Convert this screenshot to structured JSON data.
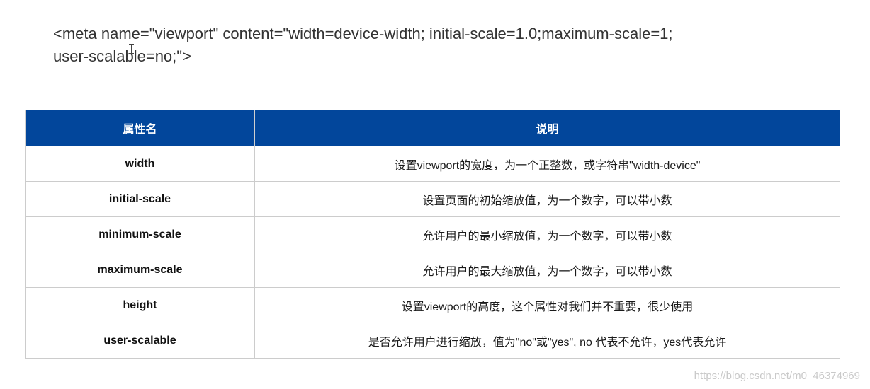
{
  "code": {
    "line1": "<meta name=\"viewport\" content=\"width=device-width; initial-scale=1.0;maximum-scale=1;",
    "line2": "user-scalable=no;\">"
  },
  "table": {
    "headers": [
      "属性名",
      "说明"
    ],
    "rows": [
      {
        "name": "width",
        "desc": "设置viewport的宽度，为一个正整数，或字符串\"width-device\""
      },
      {
        "name": "initial-scale",
        "desc": "设置页面的初始缩放值，为一个数字，可以带小数"
      },
      {
        "name": "minimum-scale",
        "desc": "允许用户的最小缩放值，为一个数字，可以带小数"
      },
      {
        "name": "maximum-scale",
        "desc": "允许用户的最大缩放值，为一个数字，可以带小数"
      },
      {
        "name": "height",
        "desc": "设置viewport的高度，这个属性对我们并不重要，很少使用"
      },
      {
        "name": "user-scalable",
        "desc": "是否允许用户进行缩放，值为\"no\"或\"yes\", no 代表不允许，yes代表允许"
      }
    ]
  },
  "watermark": "https://blog.csdn.net/m0_46374969",
  "colors": {
    "header_bg": "#02469b",
    "header_text": "#ffffff",
    "border": "#cccccc"
  }
}
